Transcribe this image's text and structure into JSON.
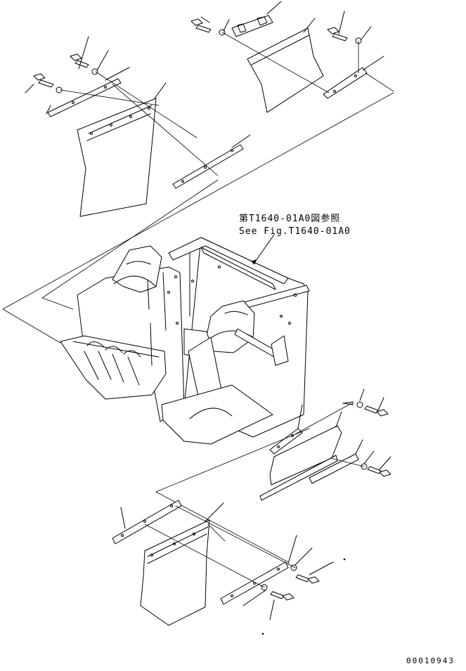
{
  "reference_note": {
    "line1": "第T1640-01A0図参照",
    "line2": "See Fig.T1640-01A0"
  },
  "drawing_number": "00010943"
}
